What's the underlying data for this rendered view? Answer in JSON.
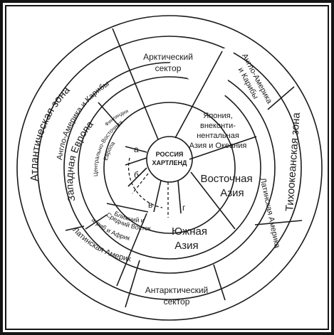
{
  "colors": {
    "ink": "#1a1a1a",
    "paper": "#ffffff",
    "frame": "#151515"
  },
  "diagram": {
    "heartland": [
      "РОССИЯ",
      "ХАРТЛЕНД"
    ],
    "inner_sectors": [
      "а",
      "б",
      "в",
      "г"
    ],
    "arctic": [
      "Арктический",
      "сектор"
    ],
    "antarctic": [
      "Антарктический",
      "сектор"
    ],
    "east_asia": [
      "Восточная",
      "Азия"
    ],
    "south_asia": [
      "Южная",
      "Азия"
    ],
    "japan": [
      "Япония,",
      "внеконти-",
      "нентальная",
      "Азия и Океания"
    ],
    "anglo_america_east": [
      "Англо-Америка",
      "и Карибы"
    ],
    "anglo_america_west": "Англо-Америка и Карибы",
    "latin_america_east": "Латинская Америка",
    "latin_america_west": "Латинская Америка",
    "western_europe": "Западная Европа",
    "finland": "Финляндия",
    "central_europe": [
      "Центрально-Восточная",
      "Европа"
    ],
    "middle_east": [
      "Ближний и",
      "Средний Восток"
    ],
    "maghreb": "Магриб и Африка",
    "atlantic_zone": "Атлантическая зона",
    "pacific_zone": "Тихоокеанская зона"
  }
}
